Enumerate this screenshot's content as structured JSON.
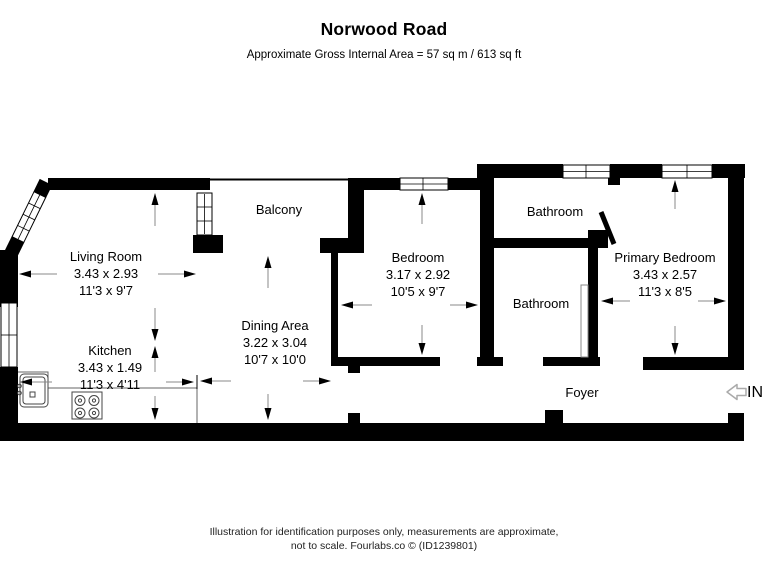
{
  "header": {
    "title": "Norwood Road",
    "area": "Approximate Gross Internal Area = 57 sq m / 613 sq ft"
  },
  "rooms": {
    "living": {
      "name": "Living Room",
      "metric": "3.43 x 2.93",
      "imperial": "11'3 x 9'7"
    },
    "kitchen": {
      "name": "Kitchen",
      "metric": "3.43 x 1.49",
      "imperial": "11'3 x 4'11"
    },
    "balcony": {
      "name": "Balcony"
    },
    "dining": {
      "name": "Dining Area",
      "metric": "3.22 x 3.04",
      "imperial": "10'7 x 10'0"
    },
    "bedroom": {
      "name": "Bedroom",
      "metric": "3.17 x 2.92",
      "imperial": "10'5 x 9'7"
    },
    "bathroom_top": {
      "name": "Bathroom"
    },
    "bathroom_lower": {
      "name": "Bathroom"
    },
    "primary": {
      "name": "Primary Bedroom",
      "metric": "3.43 x 2.57",
      "imperial": "11'3 x 8'5"
    },
    "foyer": {
      "name": "Foyer"
    }
  },
  "entrance": {
    "label": "IN"
  },
  "footer": {
    "line1": "Illustration for identification purposes only, measurements are approximate,",
    "line2": "not to scale. Fourlabs.co © (ID1239801)"
  },
  "colors": {
    "wall": "#000000",
    "background": "#ffffff"
  }
}
